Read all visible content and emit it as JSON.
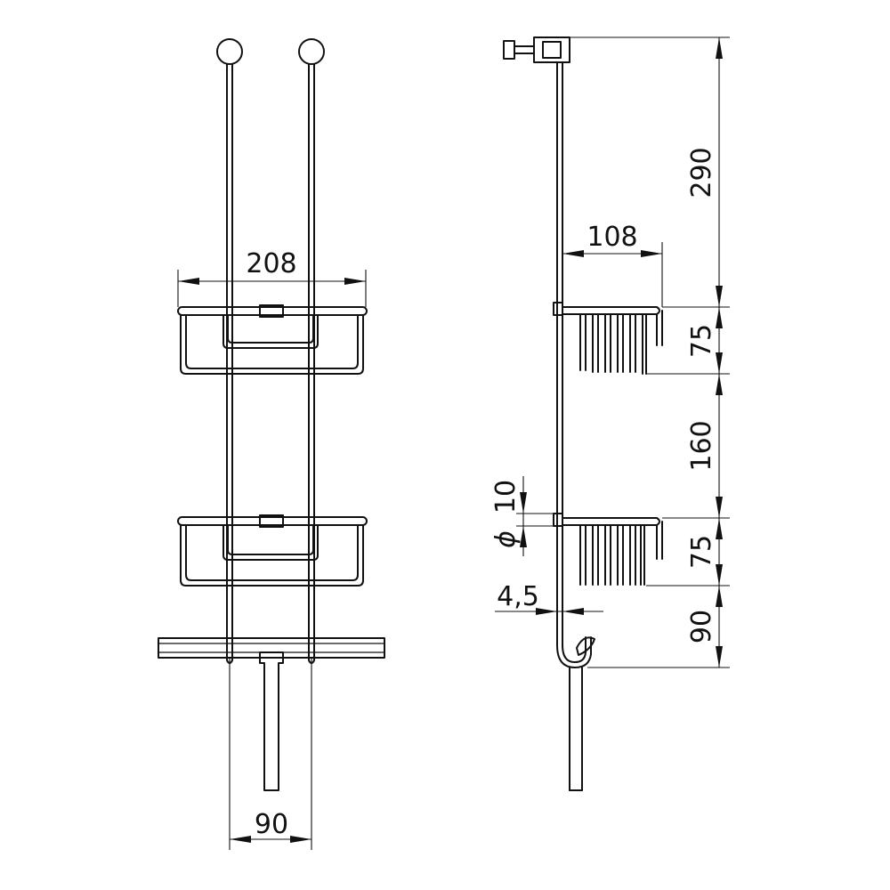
{
  "drawing": {
    "front_view": {
      "width_label": "208",
      "rail_spacing_label": "90"
    },
    "side_view": {
      "top_height_label": "290",
      "basket_depth_label": "108",
      "upper_basket_height_label": "75",
      "basket_gap_label": "160",
      "lower_basket_height_label": "75",
      "bottom_height_label": "90",
      "rod_diameter_label": "10",
      "diameter_symbol": "ϕ",
      "wall_gap_label": "4,5"
    }
  }
}
